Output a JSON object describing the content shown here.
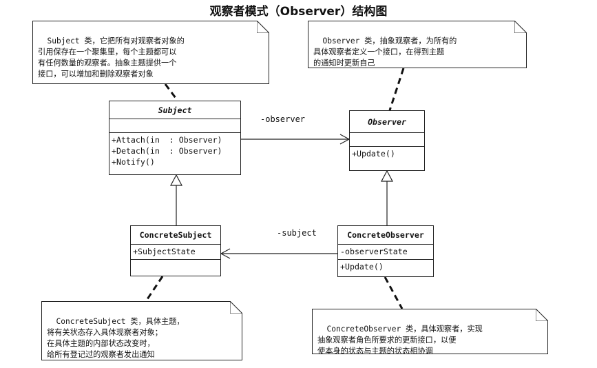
{
  "title": "观察者模式（Observer）结构图",
  "notes": {
    "subject": "Subject 类，它把所有对观察者对象的\n引用保存在一个聚集里，每个主题都可以\n有任何数量的观察者。抽象主题提供一个\n接口，可以增加和删除观察者对象",
    "observer": "Observer 类，抽象观察者，为所有的\n具体观察者定义一个接口，在得到主题\n的通知时更新自己",
    "concrete_subject": "ConcreteSubject 类，具体主题，\n将有关状态存入具体现察者对象；\n在具体主题的内部状态改变时，\n给所有登记过的观察者发出通知",
    "concrete_observer": "ConcreteObserver 类，具体观察者，实现\n抽象观察者角色所要求的更新接口，以便\n使本身的状态与主题的状态相协调"
  },
  "classes": {
    "subject": {
      "name": "Subject",
      "attributes": [],
      "operations": [
        "+Attach(in  : Observer)",
        "+Detach(in  : Observer)",
        "+Notify()"
      ]
    },
    "observer": {
      "name": "Observer",
      "attributes": [],
      "operations": [
        "+Update()"
      ]
    },
    "concrete_subject": {
      "name": "ConcreteSubject",
      "attributes": [
        "+SubjectState"
      ],
      "operations": []
    },
    "concrete_observer": {
      "name": "ConcreteObserver",
      "attributes": [
        "-observerState"
      ],
      "operations": [
        "+Update()"
      ]
    }
  },
  "associations": {
    "observer_label": "-observer",
    "subject_label": "-subject"
  }
}
